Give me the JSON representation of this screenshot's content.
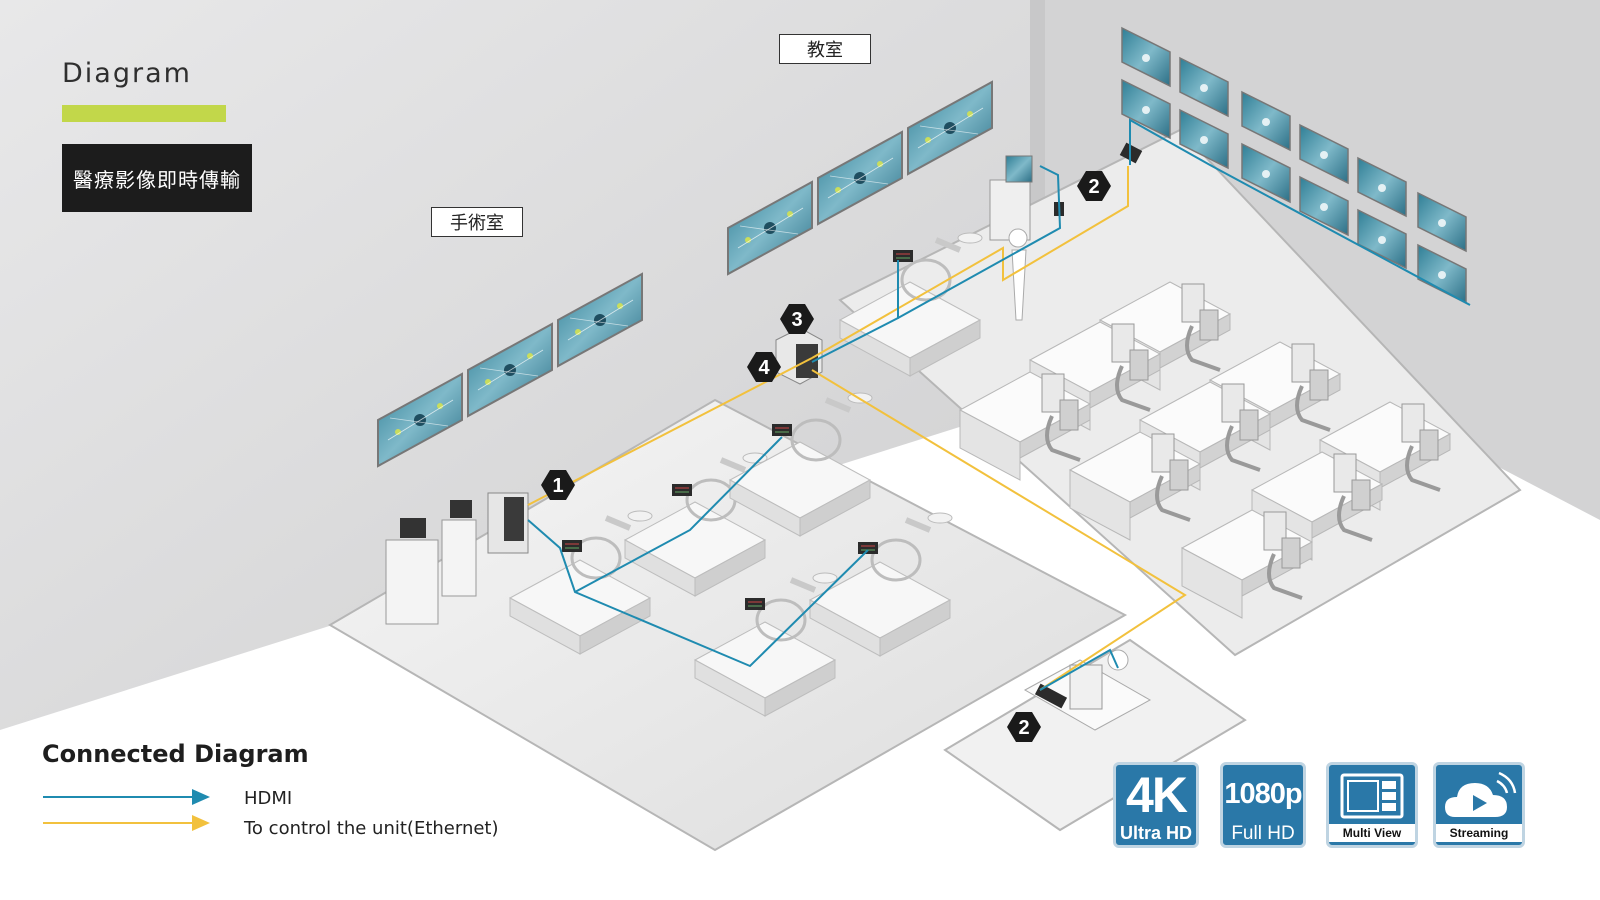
{
  "header": {
    "title": "Diagram",
    "subtitle": "醫療影像即時傳輸"
  },
  "rooms": {
    "classroom": "教室",
    "surgery": "手術室"
  },
  "markers": [
    "1",
    "2",
    "3",
    "4"
  ],
  "legend": {
    "title": "Connected Diagram",
    "items": [
      {
        "label": "HDMI",
        "color": "#1f8bb0"
      },
      {
        "label": "To control the unit(Ethernet)",
        "color": "#f2c13d"
      }
    ]
  },
  "badges": {
    "uhd": {
      "big": "4K",
      "small": "Ultra HD"
    },
    "fhd": {
      "big": "1080p",
      "small": "Full HD"
    },
    "multiview": {
      "small": "Multi View",
      "icon": "multi-view-icon"
    },
    "streaming": {
      "small": "Streaming",
      "icon": "cloud-play-icon"
    }
  },
  "colors": {
    "wall": "#d9d9da",
    "floor": "#efefef",
    "hdmi": "#1f8bb0",
    "ethernet": "#f2c13d",
    "accent": "#c2d74a",
    "badge": "#2a78a8"
  }
}
